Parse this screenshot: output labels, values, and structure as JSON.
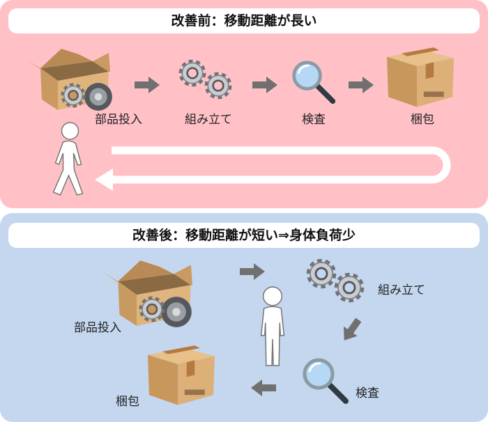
{
  "before": {
    "title": "改善前：移動距離が長い",
    "steps": [
      "部品投入",
      "組み立て",
      "検査",
      "梱包"
    ]
  },
  "after": {
    "title": "改善後：移動距離が短い⇒身体負荷少",
    "steps": [
      "部品投入",
      "組み立て",
      "検査",
      "梱包"
    ]
  },
  "colors": {
    "before_bg": "#ffc1c6",
    "after_bg": "#c4d7ee",
    "arrow": "#707070"
  }
}
